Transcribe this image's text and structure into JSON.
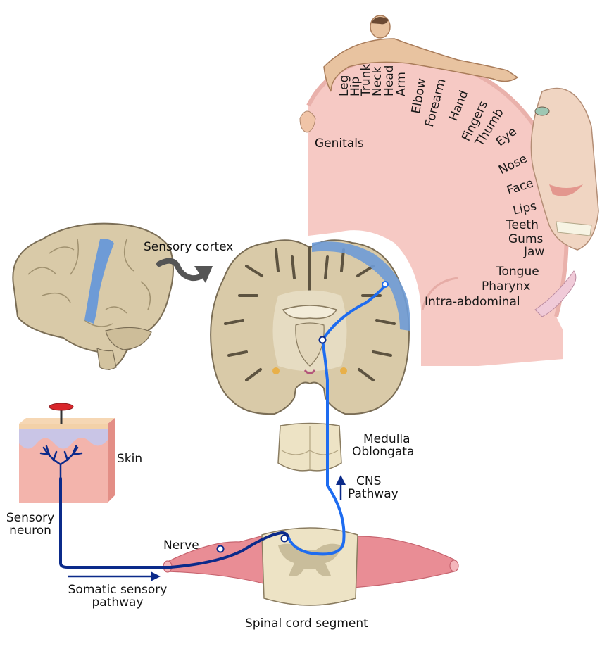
{
  "homunculus": {
    "labels": [
      "Leg",
      "Hip",
      "Trunk",
      "Neck",
      "Head",
      "Arm",
      "Elbow",
      "Forearm",
      "Hand",
      "Fingers",
      "Thumb",
      "Eye",
      "Nose",
      "Face",
      "Lips",
      "Teeth",
      "Gums",
      "Jaw",
      "Tongue",
      "Pharynx",
      "Intra-abdominal"
    ],
    "genitals": "Genitals"
  },
  "labels": {
    "sensory_cortex": "Sensory cortex",
    "skin": "Skin",
    "sensory_neuron_1": "Sensory",
    "sensory_neuron_2": "neuron",
    "nerve": "Nerve",
    "somatic_1": "Somatic sensory",
    "somatic_2": "pathway",
    "medulla_1": "Medulla",
    "medulla_2": "Oblongata",
    "cns_1": "CNS",
    "cns_2": "Pathway",
    "spinal": "Spinal cord segment"
  },
  "colors": {
    "pathway_dark": "#0b2a8a",
    "pathway_light": "#1e6cf0",
    "cortex_blue": "#6e9bd6",
    "brain_tan": "#d9caa8",
    "brain_outline": "#7a6d55",
    "homunculus_pink": "#f6c9c4",
    "skin_pink": "#f3b4ac",
    "nerve_pink": "#e98d95",
    "stimulus_red": "#d9262b"
  }
}
